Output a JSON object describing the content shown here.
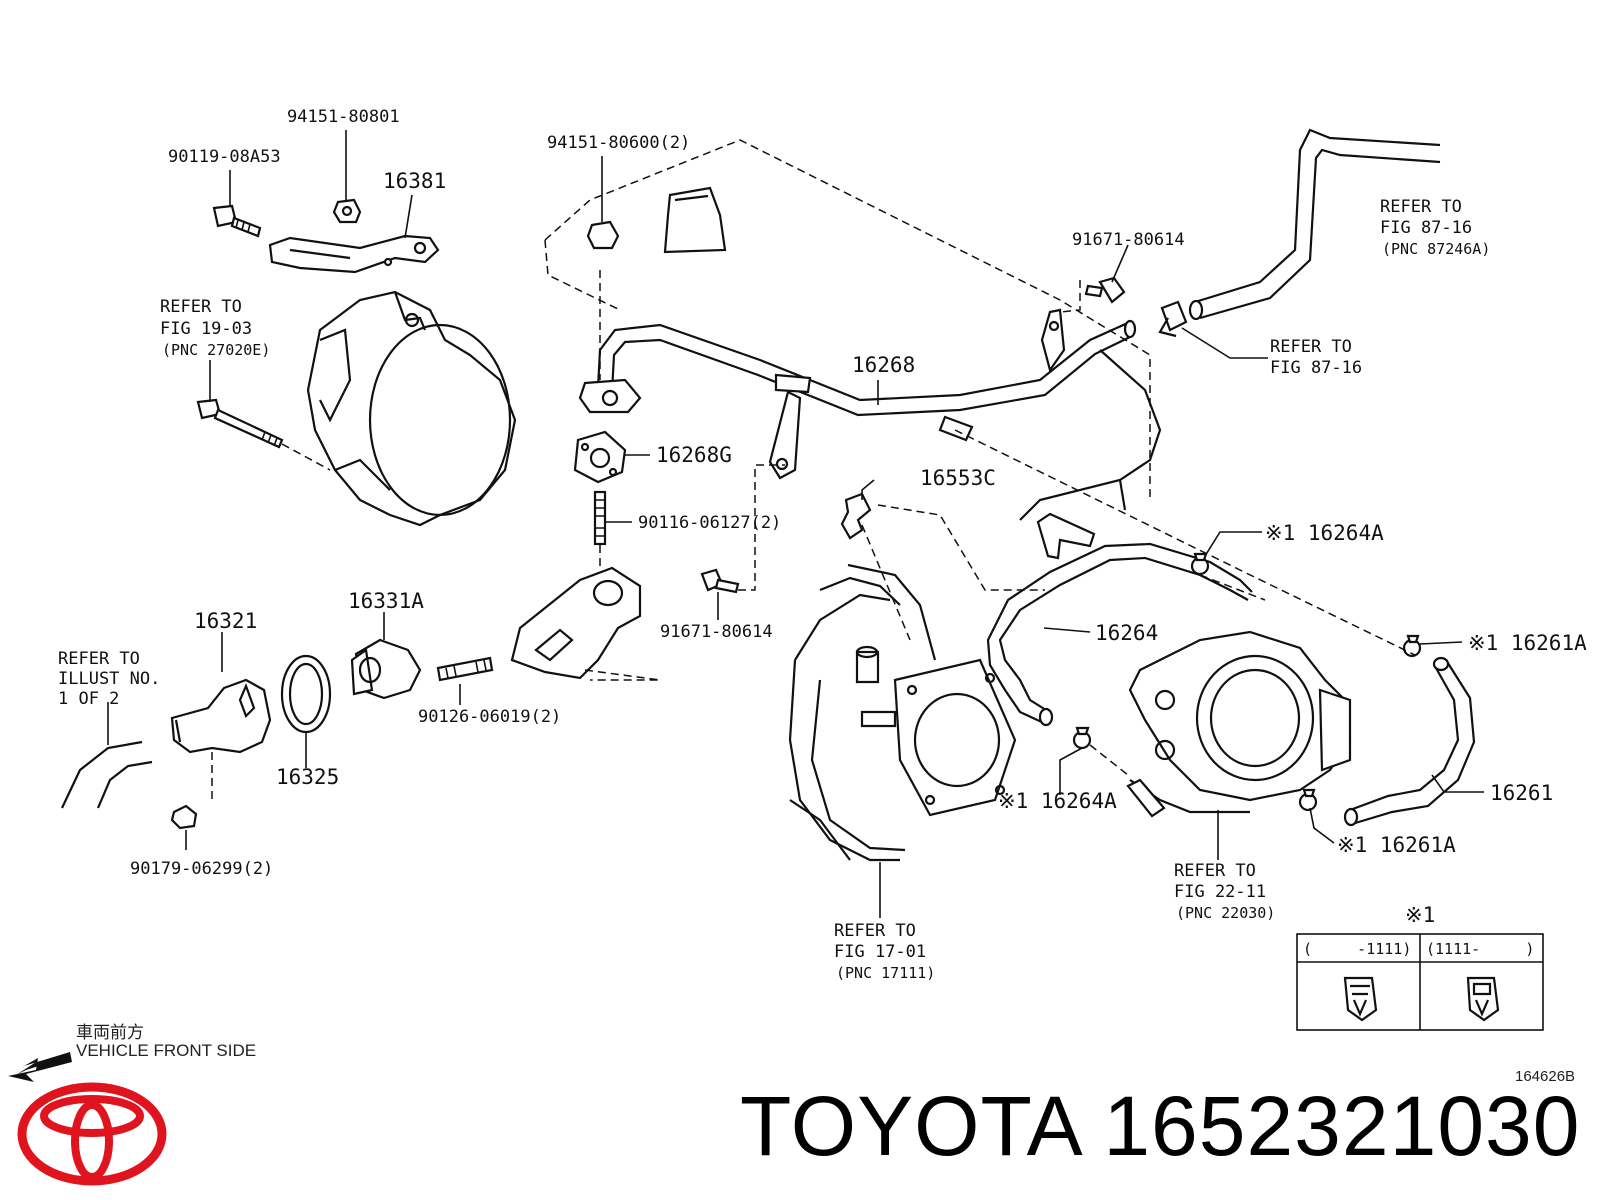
{
  "brand": {
    "name": "TOYOTA",
    "part_number": "1652321030",
    "logo_icon": "toyota-logo-icon",
    "logo_color": "#e0141e"
  },
  "figure_id": "164626B",
  "orientation": {
    "japanese": "車両前方",
    "english": "VEHICLE FRONT SIDE",
    "icon": "arrow-left-icon"
  },
  "legend": {
    "mark": "※1",
    "col1": "(     -1111)",
    "col2": "(1111-     )"
  },
  "callouts": {
    "p94151_80801": "94151-80801",
    "p90119_08A53": "90119-08A53",
    "p16381": "16381",
    "p94151_80600": "94151-80600(2)",
    "p91671_80614_top": "91671-80614",
    "refer_19_03_a": "REFER TO",
    "refer_19_03_b": "FIG 19-03",
    "refer_19_03_c": "(PNC 27020E)",
    "refer_87_16_top_a": "REFER TO",
    "refer_87_16_top_b": "FIG 87-16",
    "refer_87_16_top_c": "(PNC 87246A)",
    "refer_87_16_mid_a": "REFER TO",
    "refer_87_16_mid_b": "FIG 87-16",
    "p16268": "16268",
    "p16268G": "16268G",
    "p16553C": "16553C",
    "p90116_06127": "90116-06127(2)",
    "p16264A_top": "※1 16264A",
    "p16264": "16264",
    "p16261A_top": "※1 16261A",
    "p91671_80614_mid": "91671-80614",
    "p16321": "16321",
    "p16331A": "16331A",
    "refer_illust_a": "REFER TO",
    "refer_illust_b": "ILLUST NO.",
    "refer_illust_c": "1 OF 2",
    "p90126_06019": "90126-06019(2)",
    "p16325": "16325",
    "p16264A_bot": "※1 16264A",
    "p16261": "16261",
    "p16261A_bot": "※1 16261A",
    "p90179_06299": "90179-06299(2)",
    "refer_22_11_a": "REFER TO",
    "refer_22_11_b": "FIG 22-11",
    "refer_22_11_c": "(PNC 22030)",
    "refer_17_01_a": "REFER TO",
    "refer_17_01_b": "FIG 17-01",
    "refer_17_01_c": "(PNC 17111)"
  }
}
